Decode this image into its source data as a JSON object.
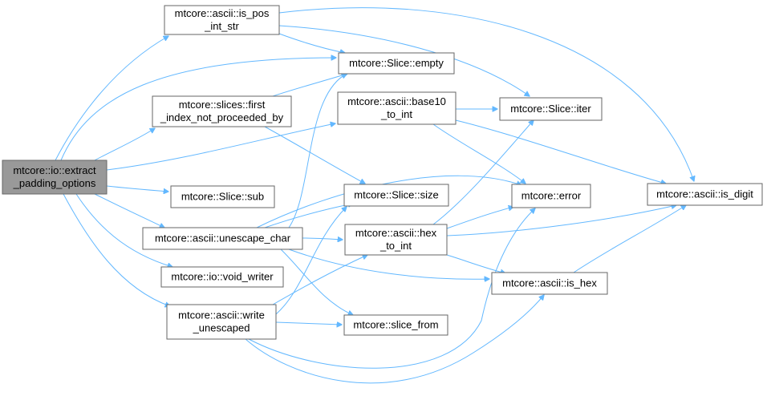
{
  "graph": {
    "edge_color": "#63b8ff",
    "node_border_color": "#666666",
    "root_fill_color": "#999999",
    "nodes": {
      "extract": [
        "mtcore::io::extract",
        "_padding_options"
      ],
      "is_pos_int_str": [
        "mtcore::ascii::is_pos",
        "_int_str"
      ],
      "slice_empty": [
        "mtcore::Slice::empty"
      ],
      "first_index": [
        "mtcore::slices::first",
        "_index_not_proceeded_by"
      ],
      "base10_to_int": [
        "mtcore::ascii::base10",
        "_to_int"
      ],
      "slice_iter": [
        "mtcore::Slice::iter"
      ],
      "slice_sub": [
        "mtcore::Slice::sub"
      ],
      "slice_size": [
        "mtcore::Slice::size"
      ],
      "error": [
        "mtcore::error"
      ],
      "is_digit": [
        "mtcore::ascii::is_digit"
      ],
      "unescape_char": [
        "mtcore::ascii::unescape_char"
      ],
      "hex_to_int": [
        "mtcore::ascii::hex",
        "_to_int"
      ],
      "void_writer": [
        "mtcore::io::void_writer"
      ],
      "is_hex": [
        "mtcore::ascii::is_hex"
      ],
      "write_unescaped": [
        "mtcore::ascii::write",
        "_unescaped"
      ],
      "slice_from": [
        "mtcore::slice_from"
      ]
    },
    "edges": [
      [
        "extract",
        "is_pos_int_str"
      ],
      [
        "extract",
        "slice_empty"
      ],
      [
        "extract",
        "first_index"
      ],
      [
        "extract",
        "base10_to_int"
      ],
      [
        "extract",
        "slice_sub"
      ],
      [
        "extract",
        "unescape_char"
      ],
      [
        "extract",
        "void_writer"
      ],
      [
        "extract",
        "write_unescaped"
      ],
      [
        "is_pos_int_str",
        "slice_empty"
      ],
      [
        "is_pos_int_str",
        "slice_iter"
      ],
      [
        "is_pos_int_str",
        "is_digit"
      ],
      [
        "first_index",
        "slice_empty"
      ],
      [
        "first_index",
        "slice_size"
      ],
      [
        "base10_to_int",
        "slice_iter"
      ],
      [
        "base10_to_int",
        "error"
      ],
      [
        "base10_to_int",
        "is_digit"
      ],
      [
        "unescape_char",
        "slice_empty"
      ],
      [
        "unescape_char",
        "slice_size"
      ],
      [
        "unescape_char",
        "error"
      ],
      [
        "unescape_char",
        "hex_to_int"
      ],
      [
        "unescape_char",
        "is_hex"
      ],
      [
        "unescape_char",
        "slice_from"
      ],
      [
        "hex_to_int",
        "slice_iter"
      ],
      [
        "hex_to_int",
        "error"
      ],
      [
        "hex_to_int",
        "is_digit"
      ],
      [
        "hex_to_int",
        "is_hex"
      ],
      [
        "is_hex",
        "is_digit"
      ],
      [
        "write_unescaped",
        "slice_size"
      ],
      [
        "write_unescaped",
        "hex_to_int"
      ],
      [
        "write_unescaped",
        "slice_from"
      ],
      [
        "write_unescaped",
        "error"
      ],
      [
        "write_unescaped",
        "is_hex"
      ]
    ]
  }
}
